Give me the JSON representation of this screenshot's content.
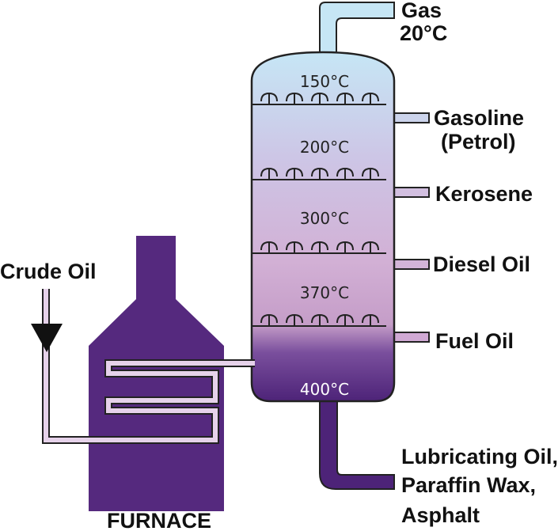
{
  "labels": {
    "gas": "Gas",
    "gas_temp": "20°C",
    "gasoline": "Gasoline",
    "gasoline_alt": "(Petrol)",
    "kerosene": "Kerosene",
    "diesel": "Diesel Oil",
    "fuel": "Fuel Oil",
    "lubricating": "Lubricating Oil,",
    "paraffin": "Paraffin Wax,",
    "asphalt": "Asphalt",
    "crude": "Crude Oil",
    "furnace": "FURNACE"
  },
  "temperatures": [
    "150°C",
    "200°C",
    "300°C",
    "370°C",
    "400°C"
  ],
  "colors": {
    "column_top": "#c6e6f5",
    "column_mid": "#d4b3d6",
    "column_bottom": "#4d2378",
    "furnace": "#55297e",
    "outline": "#222222"
  }
}
